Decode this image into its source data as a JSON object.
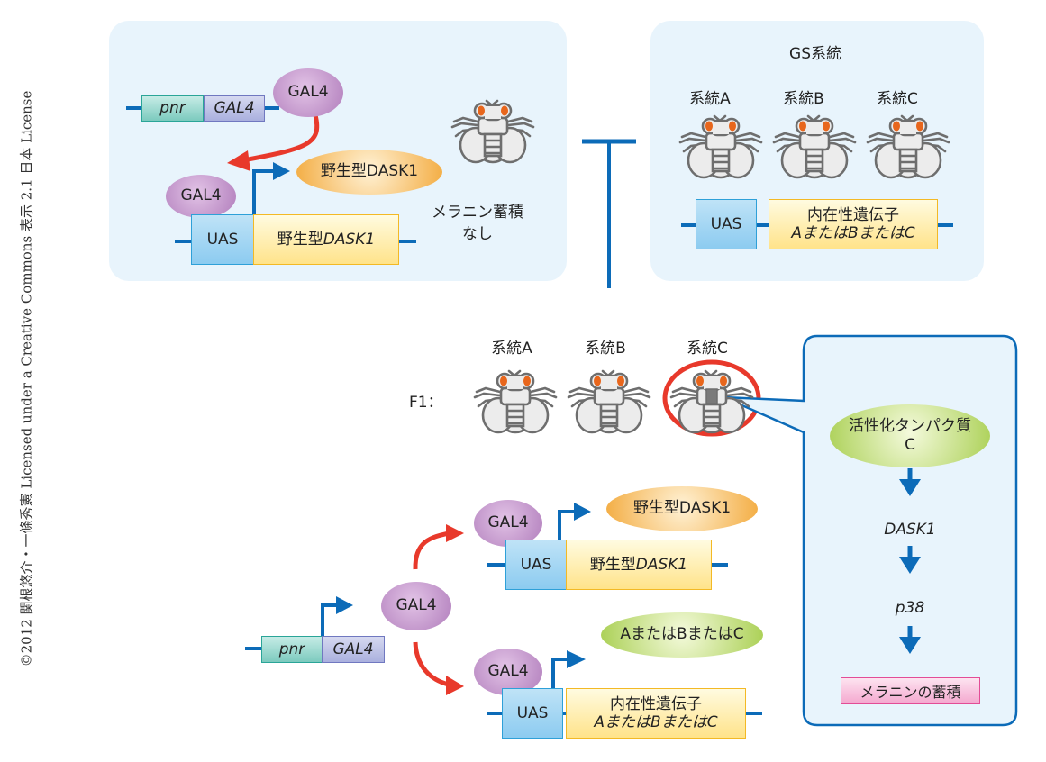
{
  "credit": "©2012 関根悠介・一條秀憲 Licensed under a Creative Commons 表示 2.1 日本 License",
  "colors": {
    "panel_bg": "#e8f4fc",
    "line_blue": "#0c6bb8",
    "arrow_red": "#e8392b",
    "eye_orange": "#e8661c"
  },
  "driver_panel": {
    "pnr_label": "pnr",
    "gal4_gene_label": "GAL4",
    "gal4_protein_top": "GAL4",
    "gal4_protein_bound": "GAL4",
    "uas_label": "UAS",
    "transgene_prefix": "野生型",
    "transgene_italic": "DASK1",
    "product_label": "野生型DASK1",
    "phenotype_line1": "メラニン蓄積",
    "phenotype_line2": "なし"
  },
  "gs_panel": {
    "title": "GS系統",
    "lines": [
      "系統A",
      "系統B",
      "系統C"
    ],
    "uas_label": "UAS",
    "gene_line1": "内在性遺伝子",
    "gene_line2": "AまたはBまたはC"
  },
  "f1": {
    "label": "F1：",
    "lines": [
      "系統A",
      "系統B",
      "系統C"
    ],
    "highlighted_line": "系統C"
  },
  "mechanism": {
    "pnr_label": "pnr",
    "gal4_gene_label": "GAL4",
    "gal4_center": "GAL4",
    "upper": {
      "gal4": "GAL4",
      "uas_label": "UAS",
      "gene_prefix": "野生型",
      "gene_italic": "DASK1",
      "product": "野生型DASK1"
    },
    "lower": {
      "gal4": "GAL4",
      "uas_label": "UAS",
      "gene_line1": "内在性遺伝子",
      "gene_line2": "AまたはBまたはC",
      "product": "AまたはBまたはC"
    }
  },
  "pathway": {
    "activator_line1": "活性化タンパク質",
    "activator_line2": "C",
    "step1": "DASK1",
    "step2": "p38",
    "outcome": "メラニンの蓄積"
  }
}
